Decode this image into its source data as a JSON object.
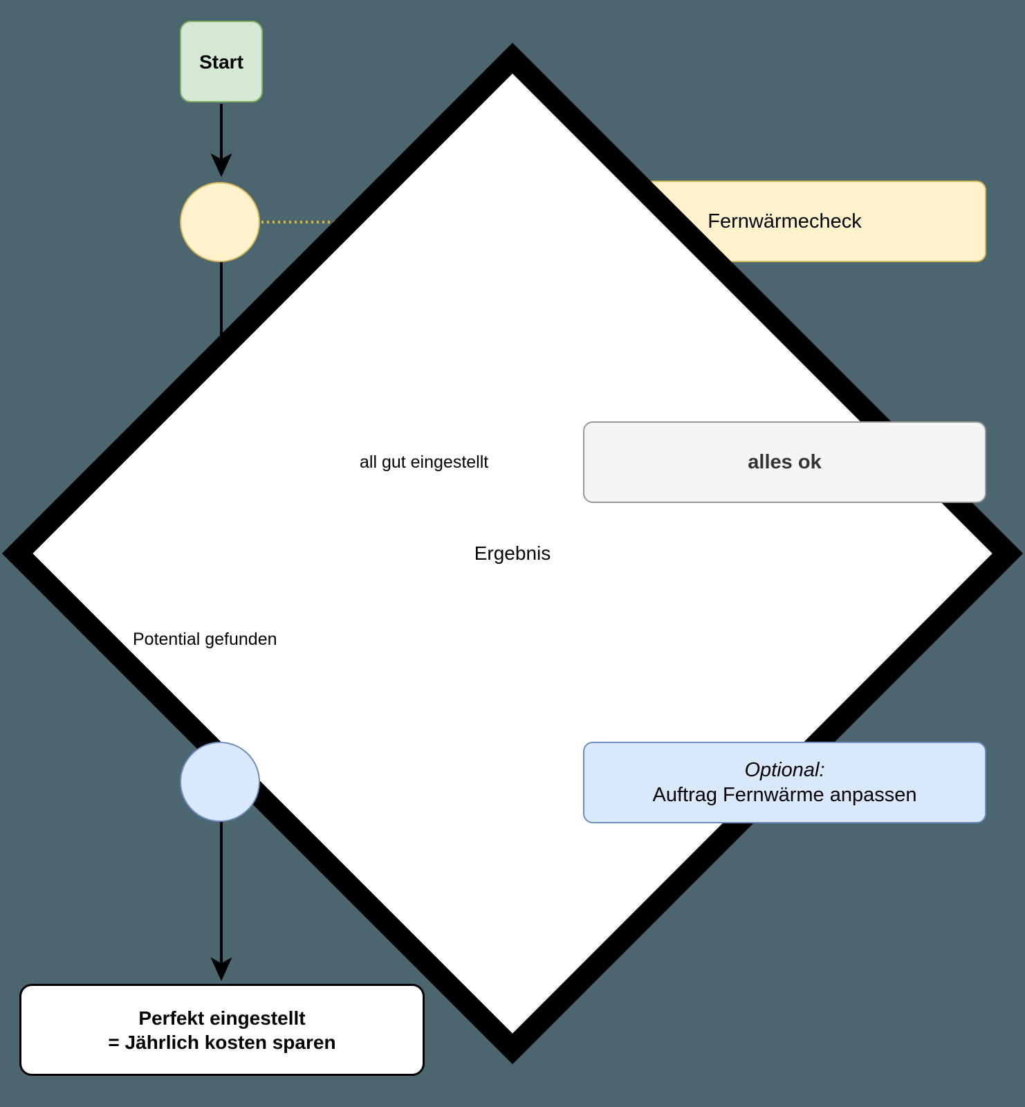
{
  "diagram": {
    "title": "Fernwaermecheck Prozess",
    "background_color": "#4c6670",
    "nodes": {
      "start": {
        "label": "Start",
        "shape": "rounded-rect",
        "fill": "#d5e8d4",
        "stroke": "#82b366"
      },
      "check_circle": {
        "label": "",
        "shape": "circle",
        "fill": "#fff2cc",
        "stroke": "#d6b656"
      },
      "fernwaermecheck": {
        "label": "Fernwärmecheck",
        "shape": "rounded-rect",
        "fill": "#fff2cc",
        "stroke": "#d6b656"
      },
      "ergebnis": {
        "label": "Ergebnis",
        "shape": "diamond",
        "fill": "#ffffff",
        "stroke": "#000000"
      },
      "alles_ok": {
        "label": "alles ok",
        "shape": "rounded-rect",
        "fill": "#f5f5f5",
        "stroke": "#999999"
      },
      "optional_circle": {
        "label": "",
        "shape": "circle",
        "fill": "#dae8fc",
        "stroke": "#6c8ebf"
      },
      "optional_box": {
        "line1": "Optional:",
        "line2": "Auftrag Fernwärme anpassen",
        "shape": "rounded-rect",
        "fill": "#dae8fc",
        "stroke": "#6c8ebf"
      },
      "final": {
        "line1": "Perfekt eingestellt",
        "line2": "= Jährlich kosten sparen",
        "shape": "rounded-rect",
        "fill": "#ffffff",
        "stroke": "#000000"
      }
    },
    "edges": [
      {
        "from": "start",
        "to": "check_circle",
        "label": "",
        "style": "solid",
        "color": "#000000",
        "arrow": true
      },
      {
        "from": "check_circle",
        "to": "fernwaermecheck",
        "label": "",
        "style": "dotted",
        "color": "#d6b656",
        "arrow": false
      },
      {
        "from": "check_circle",
        "to": "ergebnis",
        "label": "",
        "style": "solid",
        "color": "#000000",
        "arrow": false
      },
      {
        "from": "ergebnis",
        "to": "alles_ok",
        "label": "all gut eingestellt",
        "style": "solid",
        "color": "#000000",
        "arrow": true
      },
      {
        "from": "ergebnis",
        "to": "optional_circle",
        "label": "Potential gefunden",
        "style": "solid",
        "color": "#000000",
        "arrow": true
      },
      {
        "from": "optional_circle",
        "to": "optional_box",
        "label": "",
        "style": "dotted",
        "color": "#6c8ebf",
        "arrow": false
      },
      {
        "from": "optional_circle",
        "to": "final",
        "label": "",
        "style": "solid",
        "color": "#000000",
        "arrow": true
      }
    ],
    "edge_labels": {
      "all_gut_eingestellt": "all gut eingestellt",
      "potential_gefunden": "Potential gefunden"
    }
  }
}
